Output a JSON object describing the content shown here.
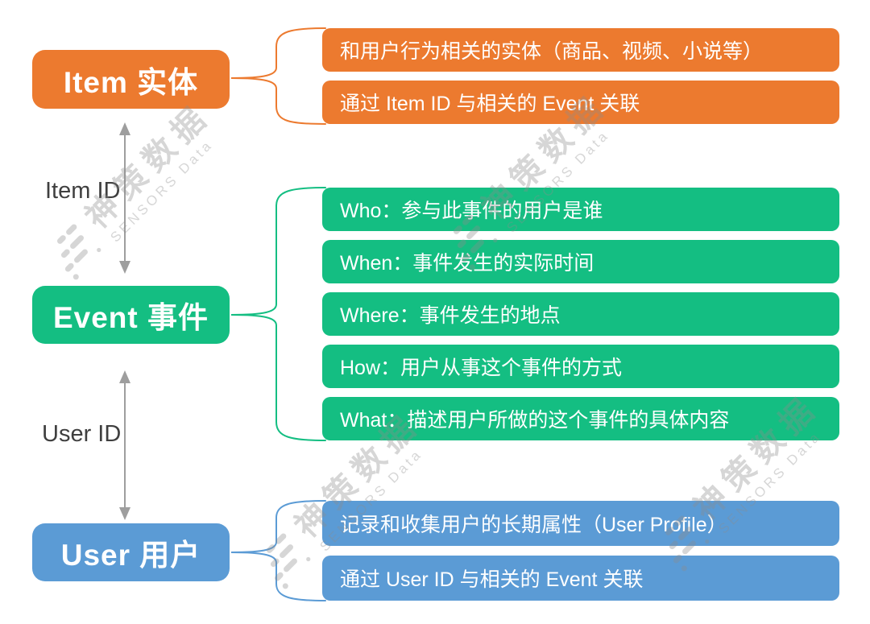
{
  "colors": {
    "orange": "#EC7A2F",
    "green": "#14BE82",
    "blue": "#5B9BD5",
    "arrow": "#9E9E9E",
    "label": "#3F3F3F",
    "watermark": "#8C8C8C"
  },
  "sections": {
    "item": {
      "entity": "Item 实体",
      "bars": [
        "和用户行为相关的实体（商品、视频、小说等）",
        "通过 Item ID 与相关的 Event 关联"
      ]
    },
    "event": {
      "entity": "Event 事件",
      "bars": [
        "Who：参与此事件的用户是谁",
        "When：事件发生的实际时间",
        "Where：事件发生的地点",
        "How：用户从事这个事件的方式",
        "What：描述用户所做的这个事件的具体内容"
      ]
    },
    "user": {
      "entity": "User 用户",
      "bars": [
        "记录和收集用户的长期属性（User Profile）",
        "通过 User ID 与相关的 Event 关联"
      ]
    }
  },
  "connectors": {
    "item_event_label": "Item ID",
    "event_user_label": "User ID"
  },
  "watermark": {
    "logo_icon": "sensors-data-logo",
    "title": "神策数据",
    "subtitle": "SENSORS Data"
  }
}
